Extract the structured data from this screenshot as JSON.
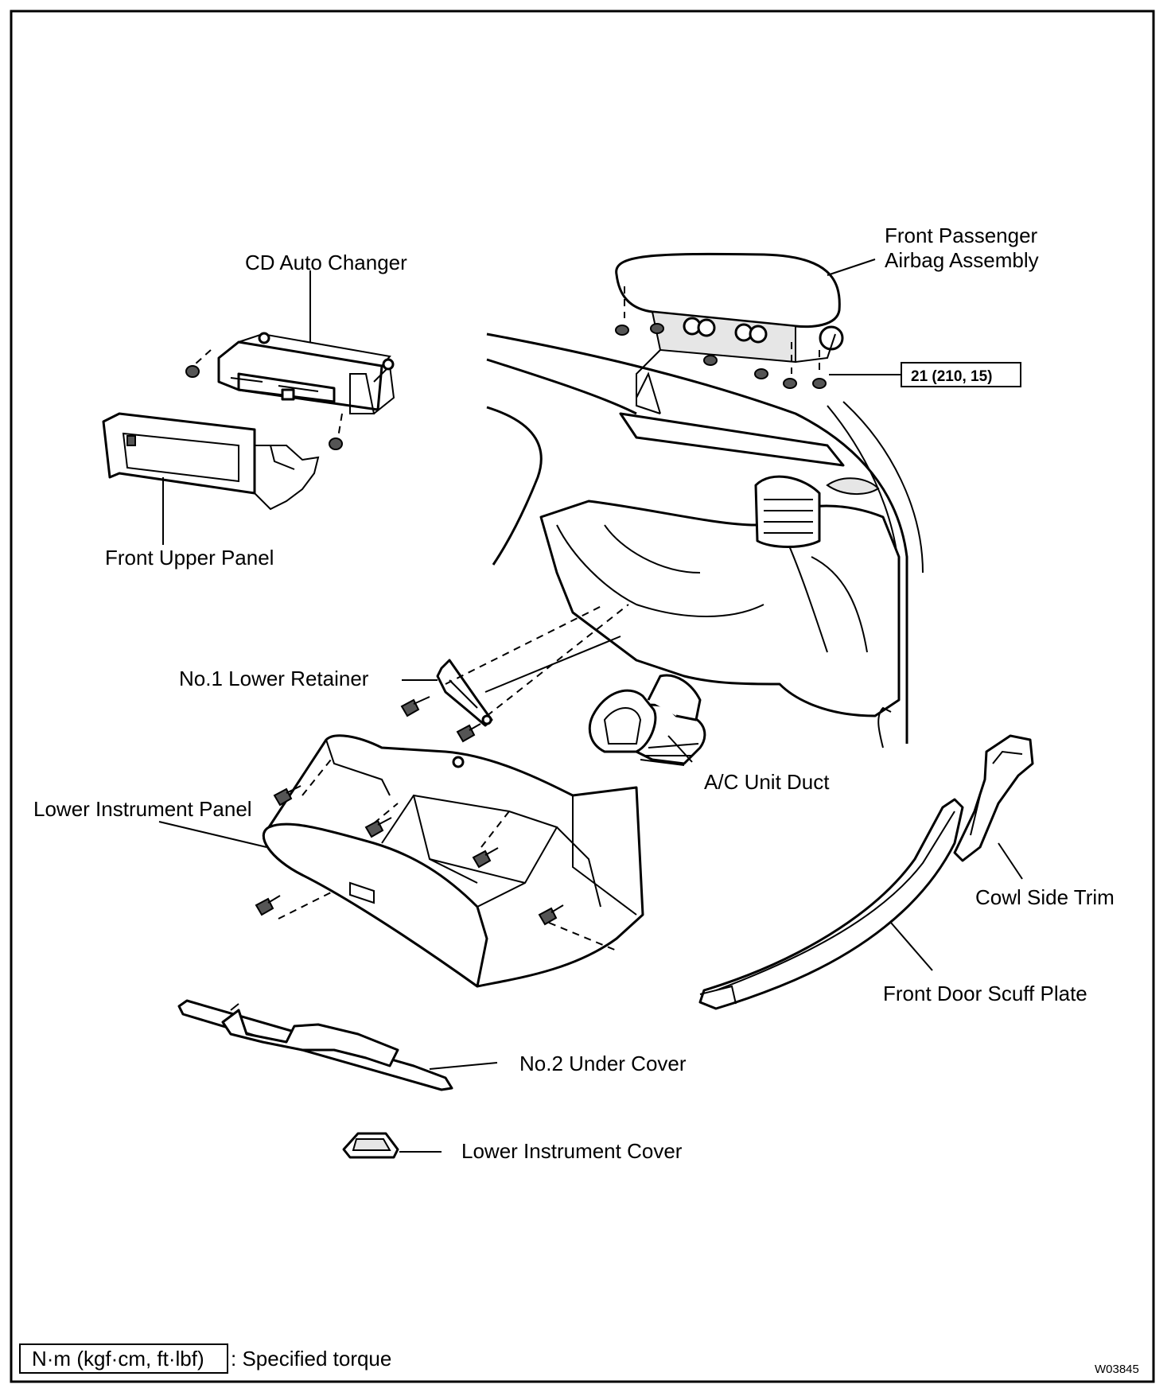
{
  "labels": {
    "cd_auto_changer": "CD Auto Changer",
    "airbag_line1": "Front Passenger",
    "airbag_line2": "Airbag Assembly",
    "torque_value": "21 (210, 15)",
    "front_upper_panel": "Front Upper Panel",
    "no1_lower_retainer": "No.1 Lower Retainer",
    "ac_unit_duct": "A/C Unit Duct",
    "lower_instrument_panel": "Lower Instrument Panel",
    "cowl_side_trim": "Cowl Side Trim",
    "front_door_scuff_plate": "Front Door Scuff Plate",
    "no2_under_cover": "No.2 Under Cover",
    "lower_instrument_cover": "Lower Instrument Cover"
  },
  "legend": {
    "units": "N·m (kgf·cm, ft·lbf)",
    "description": ": Specified torque"
  },
  "figure_code": "W03845"
}
